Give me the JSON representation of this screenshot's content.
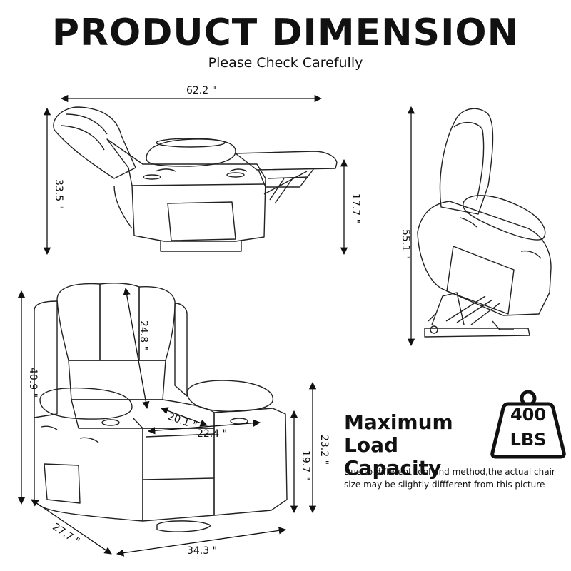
{
  "header": {
    "title": "PRODUCT DIMENSION",
    "subtitle": "Please Check Carefully"
  },
  "dimensions": {
    "reclined_length": "62.2 \"",
    "reclined_height": "33.5 \"",
    "footrest_height": "17.7 \"",
    "lift_height": "55.1 \"",
    "back_height": "24.8 \"",
    "total_height": "40.9 \"",
    "seat_depth": "20.1 \"",
    "seat_width": "22.4 \"",
    "arm_height": "23.2 \"",
    "seat_height": "19.7 \"",
    "depth": "27.7 \"",
    "width": "34.3 \""
  },
  "load": {
    "title_line1": "Maximum Load",
    "title_line2": "Capacity",
    "weight_value": "400",
    "weight_unit": "LBS"
  },
  "note": {
    "line1": "Due to different tool and method,the actual chair",
    "line2": "size may be slightly diffferent from this picture"
  }
}
